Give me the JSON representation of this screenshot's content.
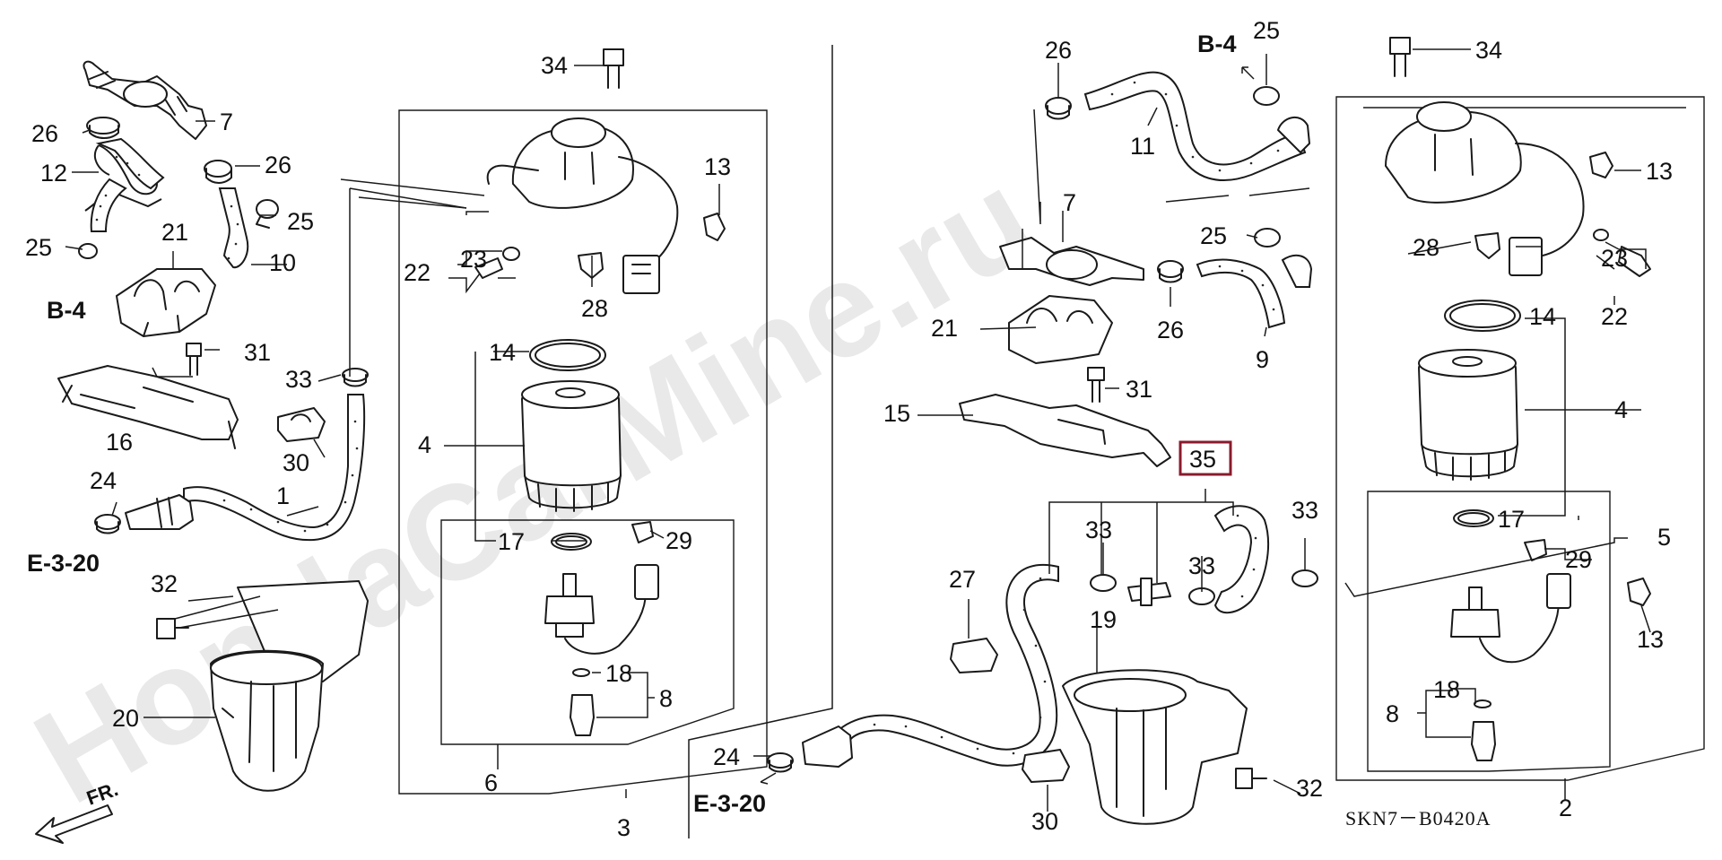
{
  "watermark": "HondaCarMine.ru",
  "drawing_code": "SKN7－B0420A",
  "direction_label": "FR.",
  "refs": {
    "b4_left": "B-4",
    "b4_right": "B-4",
    "e320_left": "E-3-20",
    "e320_right": "E-3-20"
  },
  "highlighted_part": "35",
  "labels": {
    "l34": "34",
    "l7": "7",
    "l26a": "26",
    "l26b": "26",
    "l25a": "25",
    "l25b": "25",
    "l12": "12",
    "l10": "10",
    "l21": "21",
    "l13": "13",
    "l23": "23",
    "l22": "22",
    "l28": "28",
    "l14": "14",
    "l31": "31",
    "l33": "33",
    "l4": "4",
    "l16": "16",
    "l30": "30",
    "l24": "24",
    "l1": "1",
    "l17": "17",
    "l29": "29",
    "l32": "32",
    "l18": "18",
    "l8": "8",
    "l20": "20",
    "l6": "6",
    "l3": "3",
    "r26a": "26",
    "r25a": "25",
    "r34": "34",
    "r11": "11",
    "r13a": "13",
    "r7": "7",
    "r25b": "25",
    "r28": "28",
    "r23": "23",
    "r22": "22",
    "r21": "21",
    "r26b": "26",
    "r9": "9",
    "r14": "14",
    "r31": "31",
    "r15": "15",
    "r4": "4",
    "r33a": "33",
    "r33b": "33",
    "r33c": "33",
    "r17": "17",
    "r5": "5",
    "r27": "27",
    "r29": "29",
    "r19": "19",
    "r13b": "13",
    "r18": "18",
    "r8": "8",
    "r24": "24",
    "r32": "32",
    "r30": "30",
    "r2": "2"
  }
}
